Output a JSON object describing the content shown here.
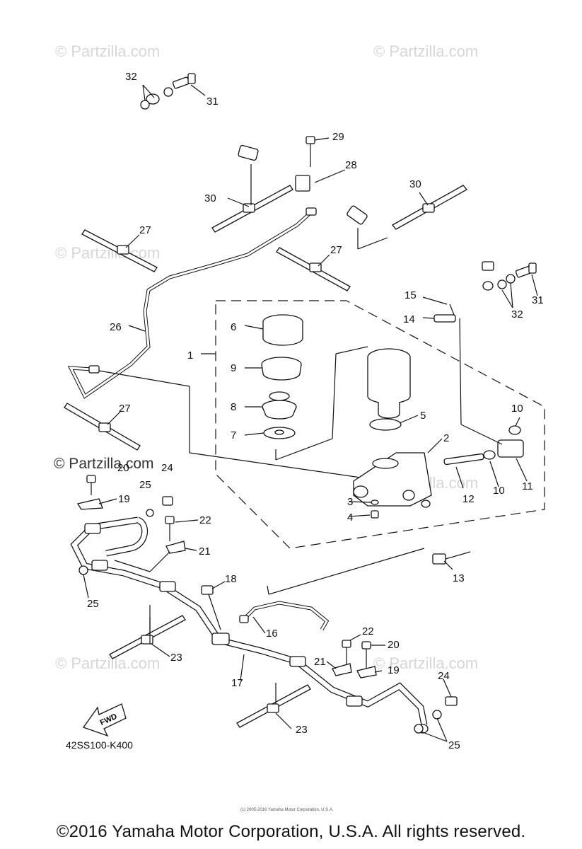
{
  "watermarks": {
    "brand": "© Partzilla.com",
    "small": "(c) 2005-2016 Yamaha Motor Corporation, U.S.A."
  },
  "diagram_code": "42SS100-K400",
  "fwd_label": "FWD",
  "copyright": "©2016 Yamaha Motor Corporation, U.S.A. All rights reserved.",
  "callouts": {
    "c1": "1",
    "c2": "2",
    "c3": "3",
    "c4": "4",
    "c5": "5",
    "c6": "6",
    "c7": "7",
    "c8": "8",
    "c9": "9",
    "c10a": "10",
    "c10b": "10",
    "c11": "11",
    "c12": "12",
    "c13": "13",
    "c14": "14",
    "c15": "15",
    "c16": "16",
    "c17": "17",
    "c18": "18",
    "c19a": "19",
    "c19b": "19",
    "c20a": "20",
    "c20b": "20",
    "c21a": "21",
    "c21b": "21",
    "c22a": "22",
    "c22b": "22",
    "c23a": "23",
    "c23b": "23",
    "c24a": "24",
    "c24b": "24",
    "c25a": "25",
    "c25b": "25",
    "c26": "26",
    "c27a": "27",
    "c27b": "27",
    "c27c": "27",
    "c28": "28",
    "c29": "29",
    "c30a": "30",
    "c30b": "30",
    "c31a": "31",
    "c31b": "31",
    "c32a": "32",
    "c32b": "32"
  }
}
